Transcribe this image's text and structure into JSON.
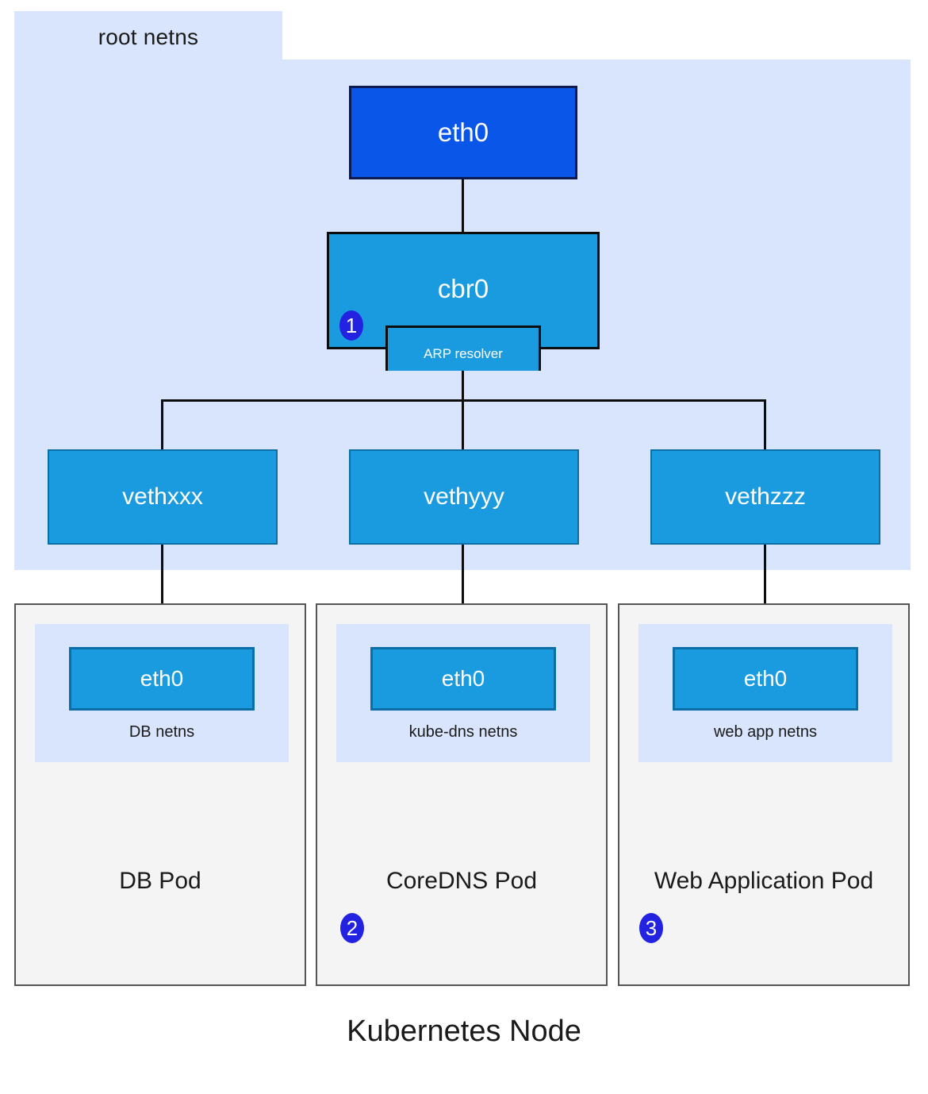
{
  "diagram": {
    "caption": "Kubernetes Node",
    "root_namespace": {
      "label": "root netns",
      "background_color": "#d9e5fc"
    },
    "nodes": {
      "host_eth0": {
        "label": "eth0",
        "color": "#0a56e8",
        "border_color": "#0d1a4d"
      },
      "bridge": {
        "label": "cbr0",
        "color": "#1a9be0",
        "border_color": "#0d0d0d"
      },
      "arp_resolver": {
        "label": "ARP resolver",
        "color": "#1a9be0",
        "border_color": "#0d0d0d"
      }
    },
    "veth_pairs": [
      {
        "label": "vethxxx",
        "color": "#1a9be0"
      },
      {
        "label": "vethyyy",
        "color": "#1a9be0"
      },
      {
        "label": "vethzzz",
        "color": "#1a9be0"
      }
    ],
    "pods": [
      {
        "title": "DB Pod",
        "netns_label": "DB netns",
        "interface_label": "eth0",
        "badge": null
      },
      {
        "title": "CoreDNS Pod",
        "netns_label": "kube-dns netns",
        "interface_label": "eth0",
        "badge": "2"
      },
      {
        "title": "Web Application Pod",
        "netns_label": "web app netns",
        "interface_label": "eth0",
        "badge": "3"
      }
    ],
    "badges": {
      "bridge_badge": "1",
      "color": "#2222e0",
      "text_color": "#ffffff"
    }
  }
}
